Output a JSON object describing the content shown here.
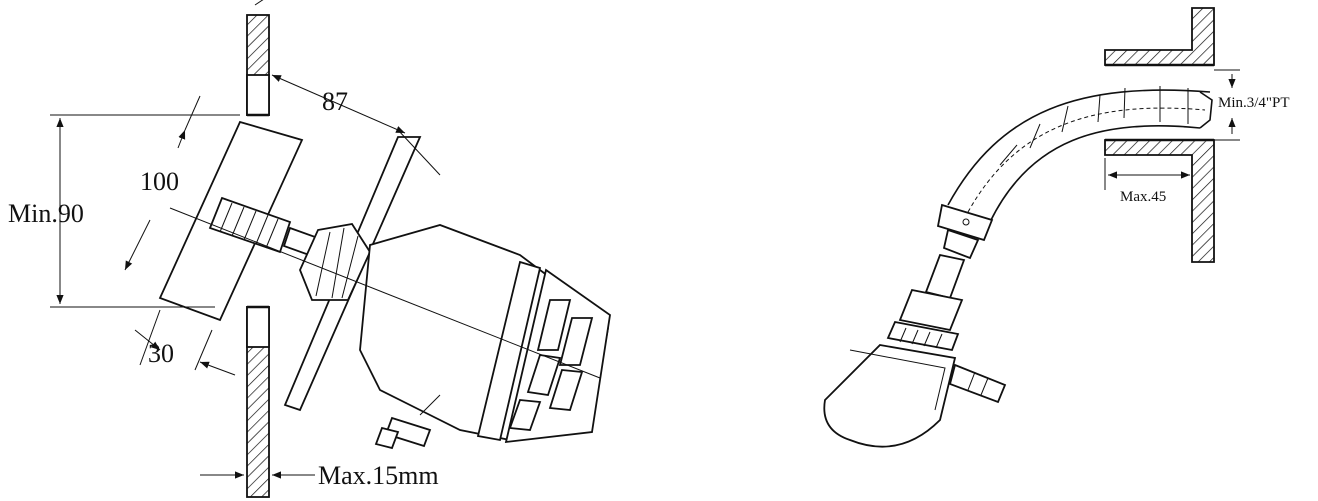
{
  "left_figure": {
    "dim_distance": "87",
    "dim_paddle_length": "100",
    "dim_min_opening": "Min.90",
    "dim_offset": "30",
    "dim_wall_thickness": "Max.15mm"
  },
  "right_figure": {
    "dim_min_opening": "Min.3/4\"PT",
    "dim_max_depth": "Max.45"
  },
  "colors": {
    "line": "#111111",
    "background": "#ffffff"
  }
}
